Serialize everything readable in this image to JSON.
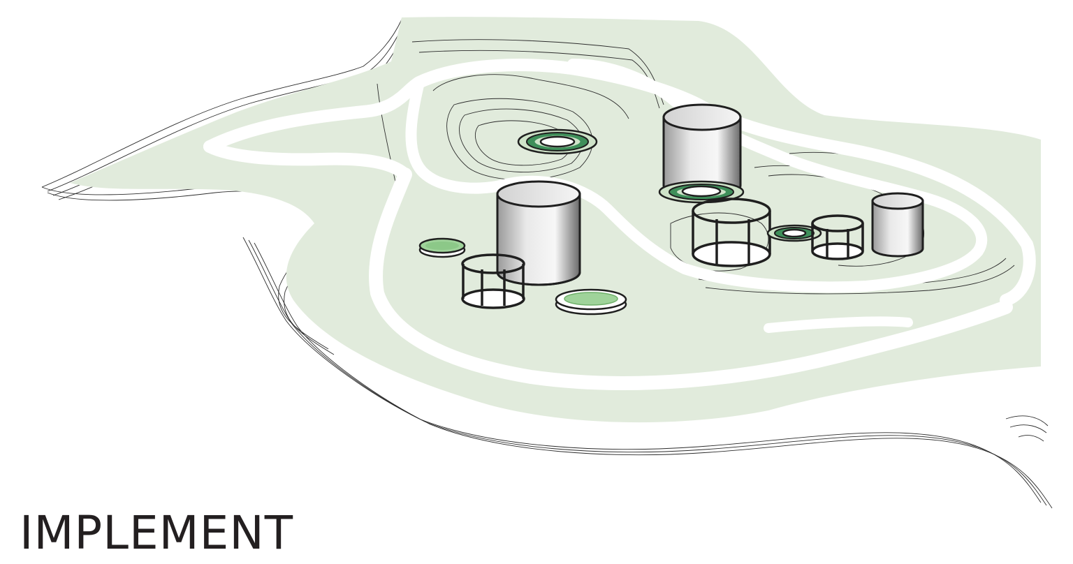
{
  "caption": {
    "title": "IMPLEMENT"
  },
  "colors": {
    "terrain": "#e1ebdc",
    "path": "#ffffff",
    "contour": "#2b2b2b",
    "structure_outline": "#1f1f1f",
    "ring_green": "#3f8f5a",
    "pad_green": "#9fd39a"
  },
  "scene_elements": {
    "terrain": "terrain-landmass",
    "walkway": "walkway-loop",
    "cylinders": [
      "solid-cylinder",
      "solid-cylinder",
      "solid-cylinder"
    ],
    "frames": [
      "cage-frame",
      "cage-frame",
      "cage-frame"
    ],
    "rings": [
      "green-ring",
      "green-ring",
      "green-ring"
    ],
    "pads": [
      "green-pad",
      "green-pad"
    ]
  }
}
